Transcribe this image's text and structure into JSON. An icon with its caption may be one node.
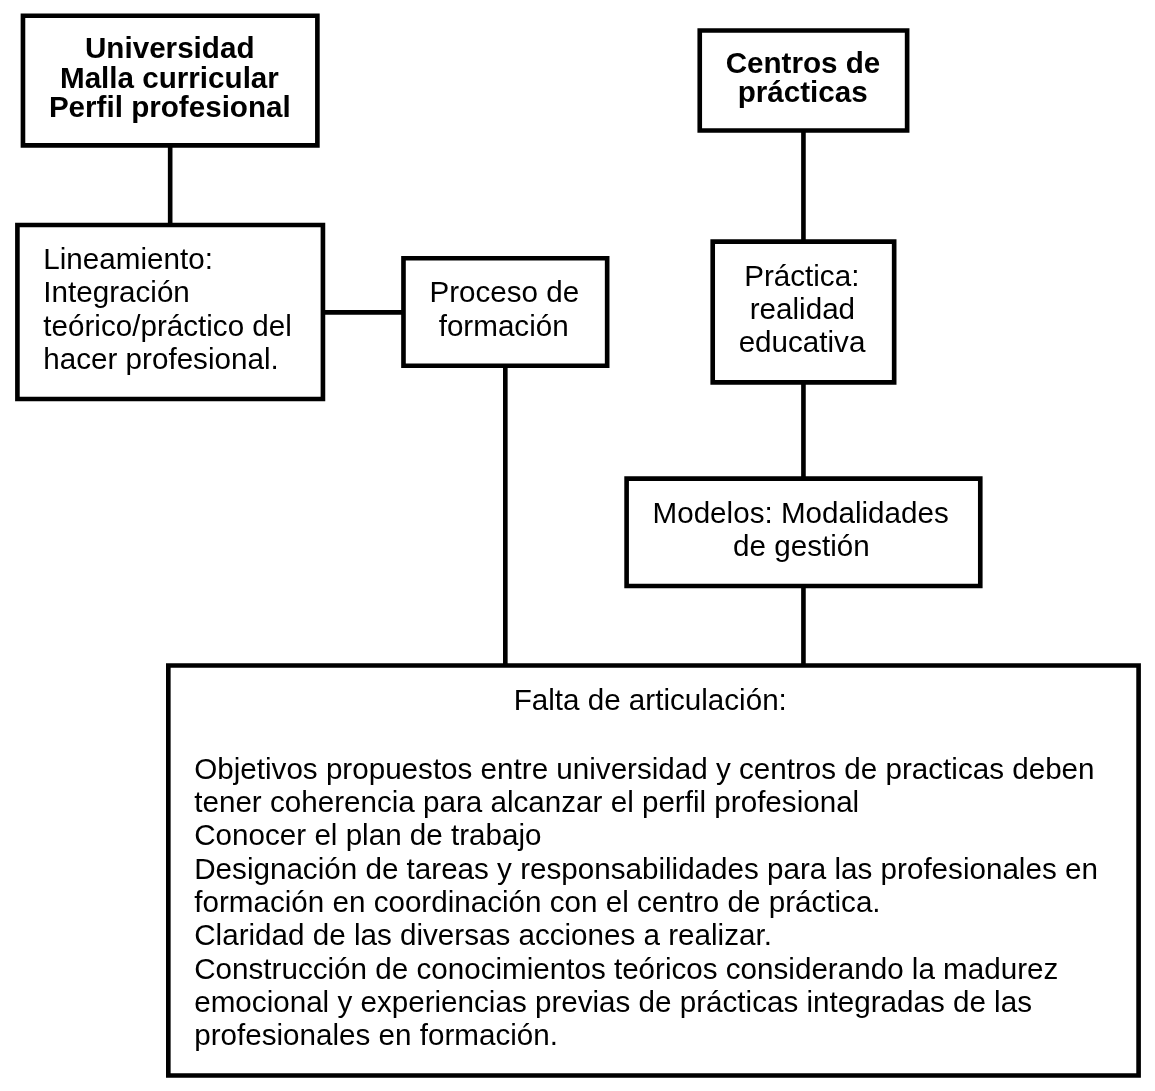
{
  "diagram": {
    "nodes": [
      {
        "text": [
          "Universidad",
          "Malla curricular",
          "Perfil profesional"
        ]
      },
      {
        "text": [
          "Centros de prácticas"
        ]
      },
      {
        "text": [
          "Lineamiento: Integración teórico/práctico del hacer profesional."
        ]
      },
      {
        "text": [
          "Proceso de formación"
        ]
      },
      {
        "text": [
          "Práctica: realidad educativa"
        ]
      },
      {
        "text": [
          "Modelos: Modalidades de gestión"
        ]
      },
      {
        "text": [
          "Falta de articulación:",
          "Objetivos propuestos entre universidad y centros de practicas deben tener coherencia para alcanzar el perfil profesional",
          "Conocer el plan de trabajo",
          "Designación de tareas y responsabilidades para las profesionales en formación en coordinación con el centro de práctica.",
          "Claridad de las diversas acciones a realizar.",
          "Construcción de conocimientos teóricos considerando la madurez emocional y experiencias previas de prácticas integradas de las profesionales en formación."
        ]
      }
    ],
    "edges": [
      {
        "from": 0,
        "to": 2,
        "arrow": "none"
      },
      {
        "from": 2,
        "to": 3,
        "arrow": "none"
      },
      {
        "from": 1,
        "to": 4,
        "arrow": "none"
      },
      {
        "from": 4,
        "to": 5,
        "arrow": "none"
      },
      {
        "from": 3,
        "to": 6,
        "arrow": "none"
      },
      {
        "from": 5,
        "to": 6,
        "arrow": "none"
      }
    ]
  }
}
